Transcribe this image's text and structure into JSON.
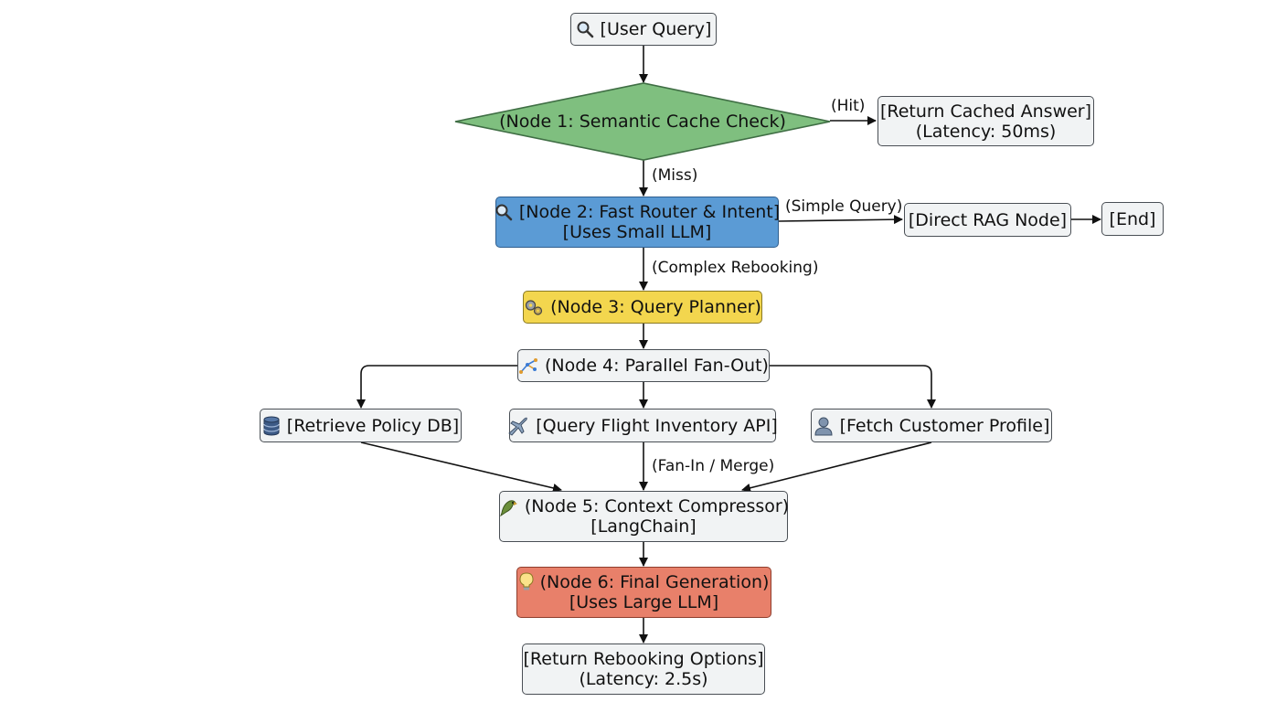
{
  "colors": {
    "node_fill": "#f1f3f4",
    "border": "#4a4f55",
    "cache_check": "#7fbf7f",
    "router": "#5b9bd5",
    "planner": "#f3d64e",
    "final_generation": "#e8806a"
  },
  "nodes": {
    "user_query": {
      "icon": "search-icon",
      "label": "[User Query]"
    },
    "cache_check": {
      "label": "(Node 1: Semantic Cache Check)"
    },
    "cached_answer": {
      "line1": "[Return Cached Answer]",
      "line2": "(Latency: 50ms)"
    },
    "router": {
      "icon": "search-icon",
      "line1": "[Node 2: Fast Router & Intent]",
      "line2": "[Uses Small LLM]"
    },
    "direct_rag": {
      "label": "[Direct RAG Node]"
    },
    "end": {
      "label": "[End]"
    },
    "planner": {
      "icon": "gears-icon",
      "label": "(Node 3: Query Planner)"
    },
    "fanout": {
      "icon": "fan-out-icon",
      "label": "(Node 4: Parallel Fan-Out)"
    },
    "policy_db": {
      "icon": "database-icon",
      "label": "[Retrieve Policy DB]"
    },
    "flight_api": {
      "icon": "airplane-icon",
      "label": "[Query Flight Inventory API]"
    },
    "customer_profile": {
      "icon": "user-icon",
      "label": "[Fetch Customer Profile]"
    },
    "compressor": {
      "icon": "parrot-icon",
      "line1": "(Node 5: Context Compressor)",
      "line2": "[LangChain]"
    },
    "final_generation": {
      "icon": "lightbulb-icon",
      "line1": "(Node 6: Final Generation)",
      "line2": "[Uses Large LLM]"
    },
    "rebooking_options": {
      "line1": "[Return Rebooking Options]",
      "line2": "(Latency: 2.5s)"
    }
  },
  "edge_labels": {
    "hit": "(Hit)",
    "miss": "(Miss)",
    "simple_query": "(Simple Query)",
    "complex_rebooking": "(Complex Rebooking)",
    "fan_in_merge": "(Fan-In / Merge)"
  }
}
